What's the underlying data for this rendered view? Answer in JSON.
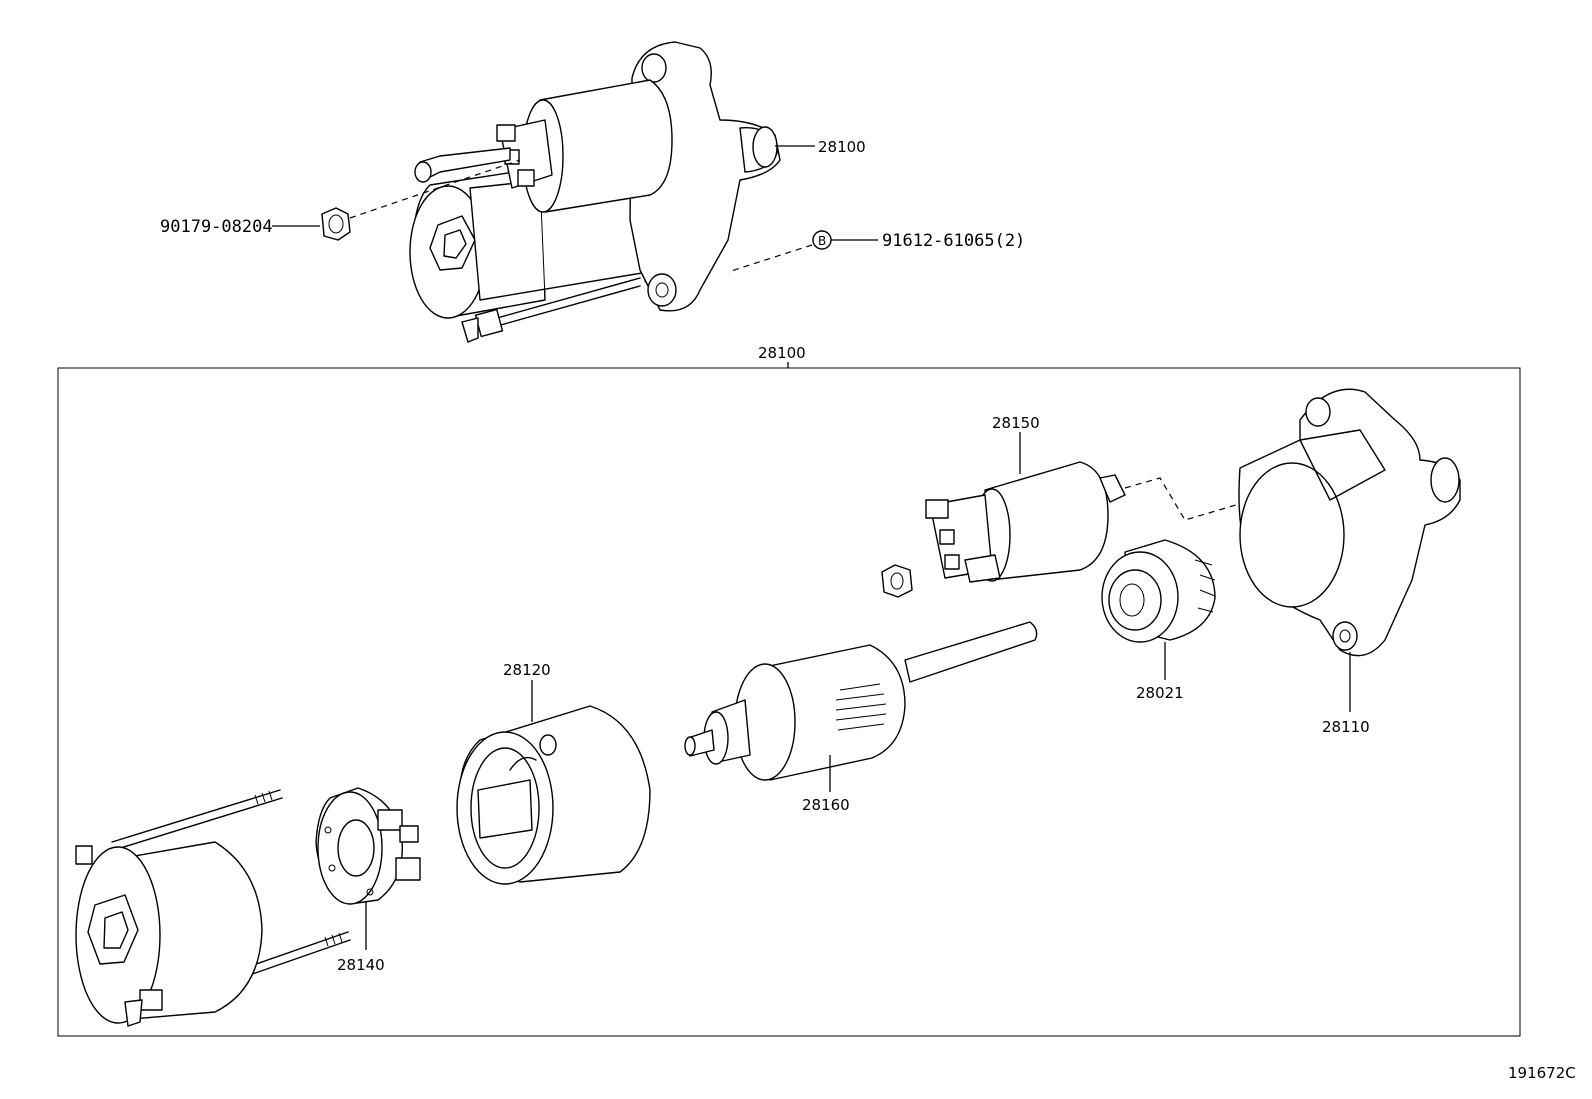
{
  "labels": {
    "starter_assy_top": "28100",
    "nut": "90179-08204",
    "bolt": "91612-61065(2)",
    "bolt_badge": "B",
    "frame_label": "28100",
    "solenoid": "28150",
    "housing": "28110",
    "clutch": "28021",
    "yoke": "28120",
    "armature": "28160",
    "brush_holder": "28140"
  },
  "diagram_code": "191672C"
}
